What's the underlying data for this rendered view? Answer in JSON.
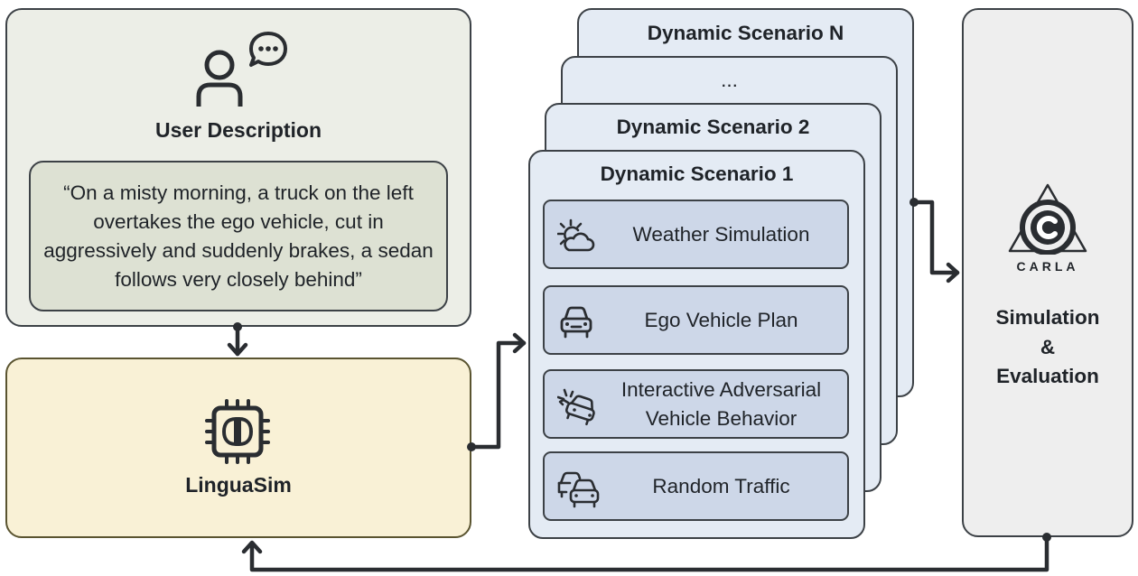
{
  "user": {
    "title": "User Description",
    "quote": "“On a misty morning, a truck on the left overtakes the ego vehicle, cut in aggressively and suddenly brakes, a sedan follows very closely behind”",
    "icon": "user-speech-icon"
  },
  "linguasim": {
    "title": "LinguaSim",
    "icon": "chip-brain-icon"
  },
  "scenarios": {
    "stack_titles": [
      "Dynamic Scenario N",
      "...",
      "Dynamic Scenario 2",
      "Dynamic Scenario 1"
    ],
    "modules": [
      {
        "label": "Weather Simulation",
        "icon": "weather-sun-cloud-icon"
      },
      {
        "label": "Ego Vehicle Plan",
        "icon": "car-icon"
      },
      {
        "label": "Interactive Adversarial Vehicle Behavior",
        "icon": "collision-car-icon"
      },
      {
        "label": "Random Traffic",
        "icon": "traffic-cars-icon"
      }
    ]
  },
  "carla": {
    "logo_text": "CARLA",
    "line1": "Simulation",
    "line2": "&",
    "line3": "Evaluation"
  },
  "colors": {
    "user_panel": "#eceee7",
    "quote_box": "#dde1d3",
    "linguasim_panel": "#f9f1d6",
    "scenario_card": "#e4ebf4",
    "module_box": "#cdd7e8",
    "carla_panel": "#eeeeee",
    "stroke": "#2a2d31"
  }
}
